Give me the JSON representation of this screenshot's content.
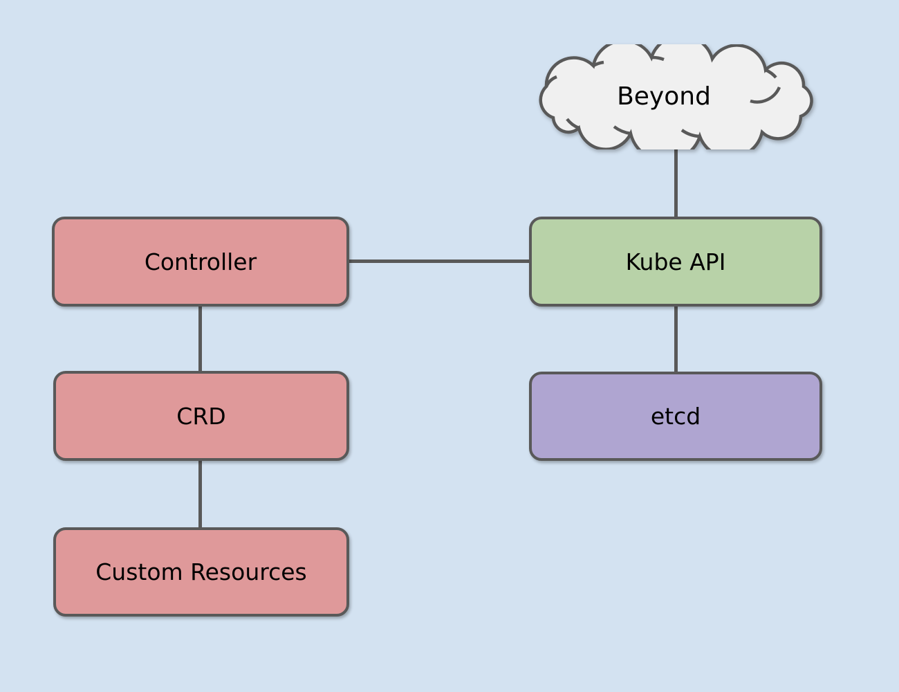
{
  "canvas": {
    "background_color": "#d3e2f1",
    "stroke_color": "#595959",
    "text_color": "#000000"
  },
  "nodes": {
    "beyond": {
      "label": "Beyond",
      "shape": "cloud",
      "fill": "#f0f0f0"
    },
    "controller": {
      "label": "Controller",
      "shape": "rounded-rect",
      "fill": "#df999a"
    },
    "kube_api": {
      "label": "Kube API",
      "shape": "rounded-rect",
      "fill": "#b8d2a8"
    },
    "crd": {
      "label": "CRD",
      "shape": "rounded-rect",
      "fill": "#df999a"
    },
    "etcd": {
      "label": "etcd",
      "shape": "rounded-rect",
      "fill": "#afa5d1"
    },
    "custom_resources": {
      "label": "Custom Resources",
      "shape": "rounded-rect",
      "fill": "#df999a"
    }
  },
  "edges": [
    {
      "from": "beyond",
      "to": "kube_api",
      "style": "plain-line"
    },
    {
      "from": "controller",
      "to": "kube_api",
      "style": "plain-line"
    },
    {
      "from": "kube_api",
      "to": "etcd",
      "style": "plain-line"
    },
    {
      "from": "controller",
      "to": "crd",
      "style": "plain-line"
    },
    {
      "from": "crd",
      "to": "custom_resources",
      "style": "plain-line"
    }
  ]
}
